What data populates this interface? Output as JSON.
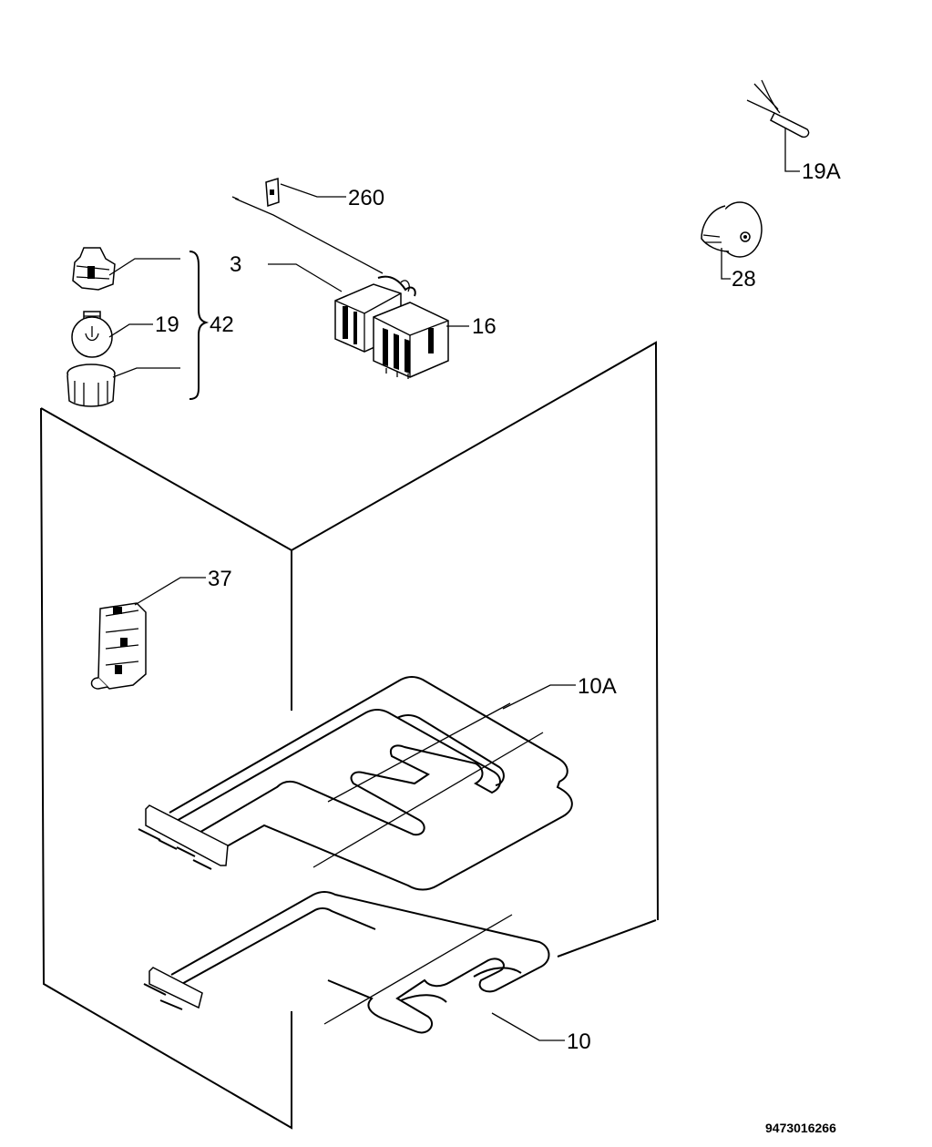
{
  "labels": {
    "p260": "260",
    "p3": "3",
    "p16": "16",
    "p19": "19",
    "p42": "42",
    "p19a": "19A",
    "p28": "28",
    "p37": "37",
    "p10a": "10A",
    "p10": "10"
  },
  "drawing_code": "9473016266"
}
